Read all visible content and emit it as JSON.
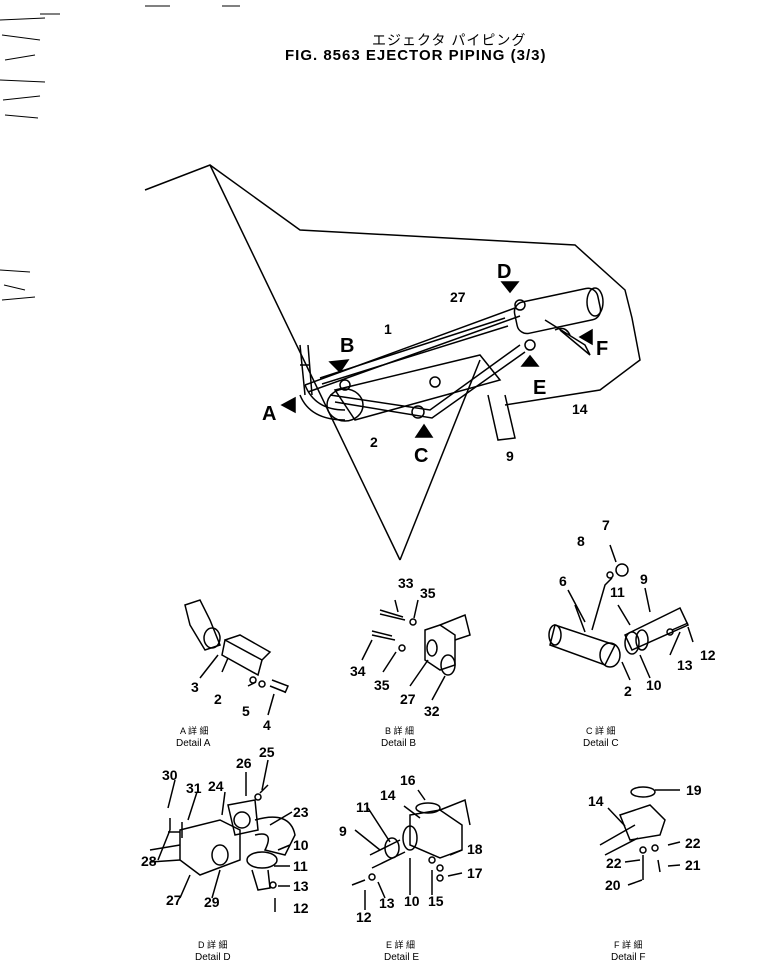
{
  "title_jp": "エジェクタ パイピング",
  "title_en": "FIG. 8563   EJECTOR PIPING  (3/3)",
  "main": {
    "view_letters": [
      "A",
      "B",
      "C",
      "D",
      "E",
      "F"
    ],
    "numbers": [
      "27",
      "1",
      "2",
      "9",
      "14"
    ]
  },
  "details": {
    "A": {
      "cap_jp": "A 詳 細",
      "cap_en": "Detail A",
      "numbers": [
        "3",
        "2",
        "5",
        "4"
      ]
    },
    "B": {
      "cap_jp": "B 詳 細",
      "cap_en": "Detail B",
      "numbers": [
        "33",
        "35",
        "34",
        "35",
        "27",
        "32"
      ]
    },
    "C": {
      "cap_jp": "C 詳 細",
      "cap_en": "Detail C",
      "numbers": [
        "7",
        "8",
        "6",
        "9",
        "11",
        "13",
        "12",
        "10",
        "2"
      ]
    },
    "D": {
      "cap_jp": "D 詳 細",
      "cap_en": "Detail D",
      "numbers": [
        "30",
        "31",
        "24",
        "26",
        "25",
        "23",
        "28",
        "10",
        "11",
        "13",
        "12",
        "27",
        "29"
      ]
    },
    "E": {
      "cap_jp": "E 詳 細",
      "cap_en": "Detail E",
      "numbers": [
        "16",
        "14",
        "11",
        "9",
        "18",
        "17",
        "12",
        "13",
        "10",
        "15"
      ]
    },
    "F": {
      "cap_jp": "F 詳 細",
      "cap_en": "Detail F",
      "numbers": [
        "14",
        "19",
        "22",
        "22",
        "21",
        "20"
      ]
    }
  }
}
